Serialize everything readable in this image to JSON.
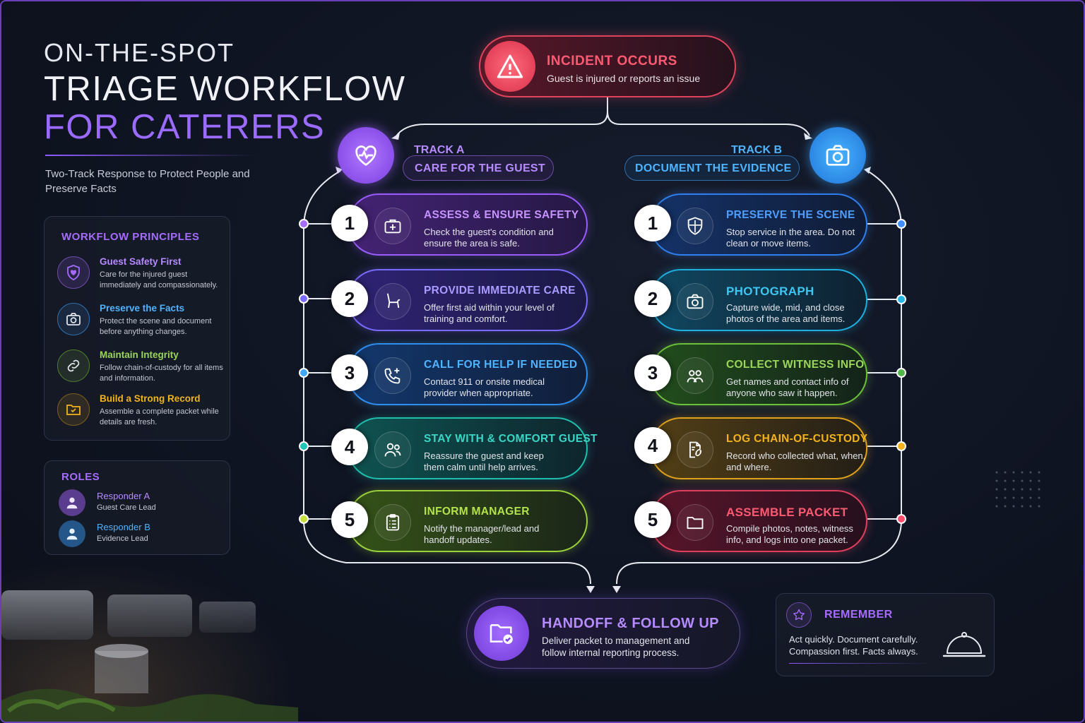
{
  "title": {
    "line1": "ON-THE-SPOT",
    "line2": "TRIAGE WORKFLOW",
    "line3": "FOR CATERERS",
    "subtitle": "Two-Track Response to Protect People and Preserve Facts"
  },
  "principles": {
    "heading": "WORKFLOW PRINCIPLES",
    "items": [
      {
        "name": "Guest Safety First",
        "desc": "Care for the injured guest immediately and compassionately.",
        "icon": "shield-heart-icon",
        "color": "#a66bff"
      },
      {
        "name": "Preserve the Facts",
        "desc": "Protect the scene and document before anything changes.",
        "icon": "camera-icon",
        "color": "#3fa7ff"
      },
      {
        "name": "Maintain Integrity",
        "desc": "Follow chain-of-custody for all items and information.",
        "icon": "link-icon",
        "color": "#8bd14a"
      },
      {
        "name": "Build a Strong Record",
        "desc": "Assemble a complete packet while details are fresh.",
        "icon": "folder-check-icon",
        "color": "#f2b31c"
      }
    ]
  },
  "roles": {
    "heading": "ROLES",
    "items": [
      {
        "name": "Responder A",
        "desc": "Guest Care Lead",
        "color": "#a66bff"
      },
      {
        "name": "Responder B",
        "desc": "Evidence Lead",
        "color": "#3fa7ff"
      }
    ]
  },
  "incident": {
    "title": "INCIDENT OCCURS",
    "desc": "Guest is injured or reports an issue",
    "icon": "warning-icon"
  },
  "track_a": {
    "label": "TRACK A",
    "title": "CARE FOR THE GUEST",
    "icon": "heart-pulse-icon",
    "steps": [
      {
        "num": "1",
        "title": "ASSESS & ENSURE SAFETY",
        "desc": "Check the guest's condition and ensure the area is safe.",
        "icon": "first-aid-kit-icon",
        "color": "#b565ff"
      },
      {
        "num": "2",
        "title": "PROVIDE IMMEDIATE CARE",
        "desc": "Offer first aid within your level of training and comfort.",
        "icon": "chair-icon",
        "color": "#8f7bff"
      },
      {
        "num": "3",
        "title": "CALL FOR HELP IF NEEDED",
        "desc": "Contact 911 or onsite medical provider when appropriate.",
        "icon": "phone-plus-icon",
        "color": "#3fa7ff"
      },
      {
        "num": "4",
        "title": "STAY WITH & COMFORT GUEST",
        "desc": "Reassure the guest and keep them calm until help arrives.",
        "icon": "people-icon",
        "color": "#22c7b8"
      },
      {
        "num": "5",
        "title": "INFORM MANAGER",
        "desc": "Notify the manager/lead and handoff updates.",
        "icon": "clipboard-icon",
        "color": "#a6d93a"
      }
    ]
  },
  "track_b": {
    "label": "TRACK B",
    "title": "DOCUMENT THE EVIDENCE",
    "icon": "camera-icon",
    "steps": [
      {
        "num": "1",
        "title": "PRESERVE THE SCENE",
        "desc": "Stop service in the area. Do not clean or move items.",
        "icon": "shield-cross-icon",
        "color": "#3f8dff"
      },
      {
        "num": "2",
        "title": "PHOTOGRAPH",
        "desc": "Capture wide, mid, and close photos of the area and items.",
        "icon": "camera-icon",
        "color": "#22b7e6"
      },
      {
        "num": "3",
        "title": "COLLECT WITNESS INFO",
        "desc": "Get names and contact info of anyone who saw it happen.",
        "icon": "people-icon",
        "color": "#8bd14a"
      },
      {
        "num": "4",
        "title": "LOG CHAIN-OF-CUSTODY",
        "desc": "Record who collected what, when, and where.",
        "icon": "document-link-icon",
        "color": "#f2b31c"
      },
      {
        "num": "5",
        "title": "ASSEMBLE PACKET",
        "desc": "Compile photos, notes, witness info, and logs into one packet.",
        "icon": "folder-icon",
        "color": "#ff4d6d"
      }
    ]
  },
  "handoff": {
    "title": "HANDOFF & FOLLOW UP",
    "desc": "Deliver packet to management and follow internal reporting process.",
    "icon": "folder-check-icon"
  },
  "remember": {
    "heading": "REMEMBER",
    "text": "Act quickly. Document carefully. Compassion first. Facts always.",
    "icon": "star-icon",
    "icon2": "cloche-icon"
  }
}
